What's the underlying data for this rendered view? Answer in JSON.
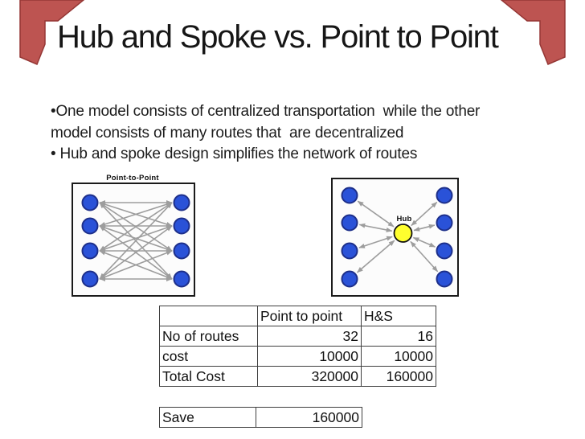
{
  "slide_title": "Hub and Spoke vs. Point to Point",
  "bullets": [
    "•One model consists of centralized transportation  while the other",
    "model consists of many routes that  are decentralized",
    "• Hub and spoke design simplifies the network of routes"
  ],
  "diagrams": {
    "p2p": {
      "label": "Point-to-Point",
      "nodes_per_side": 4
    },
    "hub": {
      "label": "Hub",
      "nodes_per_side": 4
    }
  },
  "comparison_table": {
    "columns": [
      "",
      "Point to point",
      "H&S"
    ],
    "rows": [
      {
        "label": "No of routes",
        "point_to_point": "32",
        "hs": "16"
      },
      {
        "label": "cost",
        "point_to_point": "10000",
        "hs": "10000"
      },
      {
        "label": "Total Cost",
        "point_to_point": "320000",
        "hs": "160000"
      }
    ]
  },
  "save_row": {
    "label": "Save",
    "value": "160000"
  },
  "colors": {
    "ribbon_red": "#bd5451",
    "ribbon_border": "#953735",
    "node_blue": "#2a52d8",
    "node_border": "#1d2f8a",
    "hub_yellow": "#ffff2e",
    "hub_border": "#111111",
    "arrow_gray": "#9d9d9d"
  }
}
